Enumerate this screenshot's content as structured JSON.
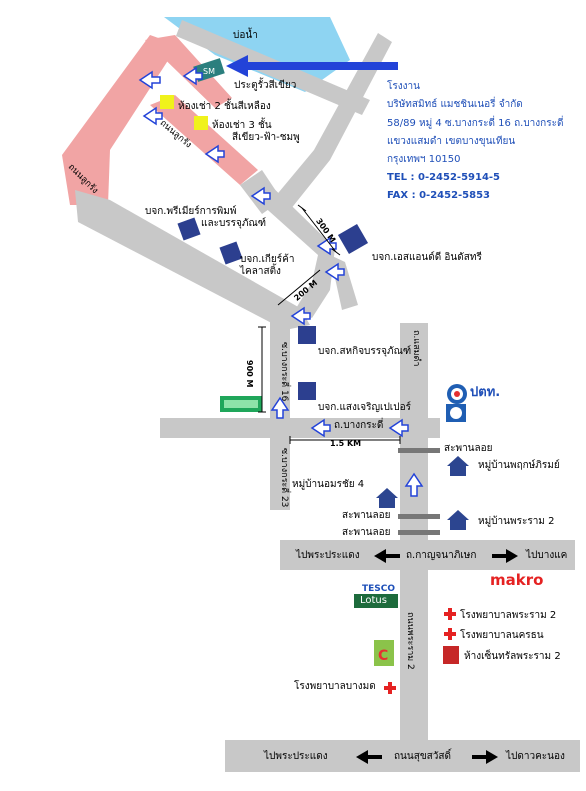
{
  "colors": {
    "road": "#c8c8c8",
    "road_pink": "#f1a4a4",
    "water": "#8ed4f2",
    "arrow_blue": "#2343d8",
    "building": "#2c3f8f",
    "text_blue": "#1f4fb8",
    "red_cross": "#e52222",
    "yellow": "#f0f21c"
  },
  "water": {
    "label": "บ่อน้ำ"
  },
  "factory_label": "SM",
  "places": {
    "green_gate": "ประตูรั้วสีเขียว",
    "room2": "ห้องเช่า 2 ชั้นสีเหลือง",
    "room3_line1": "ห้องเช่า 3 ชั้น",
    "room3_line2": "สีเขียว-ฟ้า-ชมพู",
    "road_krung_1": "ถนนลูกรัง",
    "road_krung_2": "ถนนลูกรัง",
    "premier_1": "บจก.พรีเมียร์การพิมพ์",
    "premier_2": "และบรรจุภัณฑ์",
    "gear_1": "บจก.เกียร์ค้า",
    "gear_2": "ไคลาสติ้ง",
    "sn_industry": "บจก.เอสแอนด์ดี อินดัสทรี",
    "sahakit": "บจก.สหกิจบรรจุภัณฑ์",
    "saengcharoen": "บจก.แสงเจริญเปเปอร์",
    "soi16": "ซ.บางกระดี่ 16",
    "soi23": "ซ.บางกระดี่ 23",
    "road_bangkradi": "ถ.บางกระดี่",
    "road_samaedam": "ถ.แสมดำ",
    "bridge1": "สะพานลอย",
    "bridge2": "สะพานลอย",
    "bridge3": "สะพานลอย",
    "moo_phruksa": "หมู่บ้านพฤกษ์ภิรมย์",
    "moo_ammarin": "หมู่บ้านอมรชัย 4",
    "moo_rama2": "หมู่บ้านพระราม 2",
    "kanlapaphruek_left": "ไปพระประแดง",
    "kanlapaphruek_road": "ถ.กาญจนาภิเษก",
    "kanlapaphruek_right": "ไปบางแค",
    "makro": "makro",
    "tesco_1": "TESCO",
    "tesco_2": "Lotus",
    "rama2_road": "ถนนพระราม 2",
    "hosp_rama2": "โรงพยาบาลพระราม 2",
    "hosp_nakhon": "โรงพยาบาลนครธน",
    "central": "ห้างเซ็นทรัลพระราม 2",
    "hosp_bangmod": "โรงพยาบาลบางมด",
    "sukhumvit_left": "ไปพระประแดง",
    "sukhumvit_road": "ถนนสุขสวัสดิ์",
    "sukhumvit_right": "ไปดาวคะนอง",
    "ptt": "ปตท.",
    "dist_300m_a": "300 M",
    "dist_200m": "200 M",
    "dist_900m": "900 M",
    "dist_1_5km": "1.5 KM"
  },
  "company": {
    "line1": "โรงงาน",
    "line2": "บริษัทสมิทธ์ แมชชินเนอรี่ จำกัด",
    "line3": "58/89 หมู่ 4 ซ.บางกระดี่ 16 ถ.บางกระดี่",
    "line4": "แขวงแสมดำ เขตบางขุนเทียน",
    "line5": "กรุงเทพฯ 10150",
    "tel": "TEL : 0-2452-5914-5",
    "fax": "FAX : 0-2452-5853"
  }
}
